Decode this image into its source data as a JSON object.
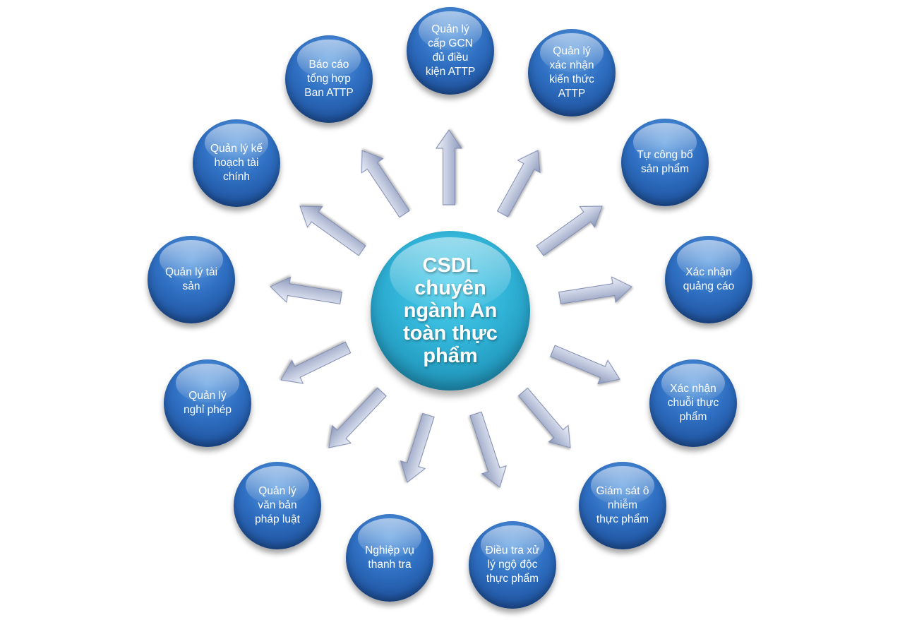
{
  "center": {
    "label": "CSDL\nchuyên\nngành An\ntoàn thực\nphẩm"
  },
  "nodes": [
    {
      "id": "cap-gcn",
      "label": "Quản lý\ncấp GCN\nđủ điều\nkiện ATTP"
    },
    {
      "id": "xac-nhan-kien-thuc",
      "label": "Quản lý\nxác nhận\nkiến thức\nATTP"
    },
    {
      "id": "tu-cong-bo",
      "label": "Tự công bố\nsản phẩm"
    },
    {
      "id": "xac-nhan-quang-cao",
      "label": "Xác nhận\nquảng cáo"
    },
    {
      "id": "xac-nhan-chuoi",
      "label": "Xác nhận\nchuỗi thực\nphẩm"
    },
    {
      "id": "giam-sat",
      "label": "Giám sát ô\nnhiễm\nthực phẩm"
    },
    {
      "id": "dieu-tra",
      "label": "Điều tra xử\nlý ngộ độc\nthực phẩm"
    },
    {
      "id": "thanh-tra",
      "label": "Nghiệp vụ\nthanh tra"
    },
    {
      "id": "van-ban",
      "label": "Quản lý\nvăn bản\npháp luật"
    },
    {
      "id": "nghi-phep",
      "label": "Quản lý\nnghỉ phép"
    },
    {
      "id": "tai-san",
      "label": "Quản lý tài\nsản"
    },
    {
      "id": "tai-chinh",
      "label": "Quản lý kế\nhoạch tài\nchính"
    },
    {
      "id": "bao-cao",
      "label": "Báo cáo\ntổng hợp\nBan ATTP"
    }
  ]
}
